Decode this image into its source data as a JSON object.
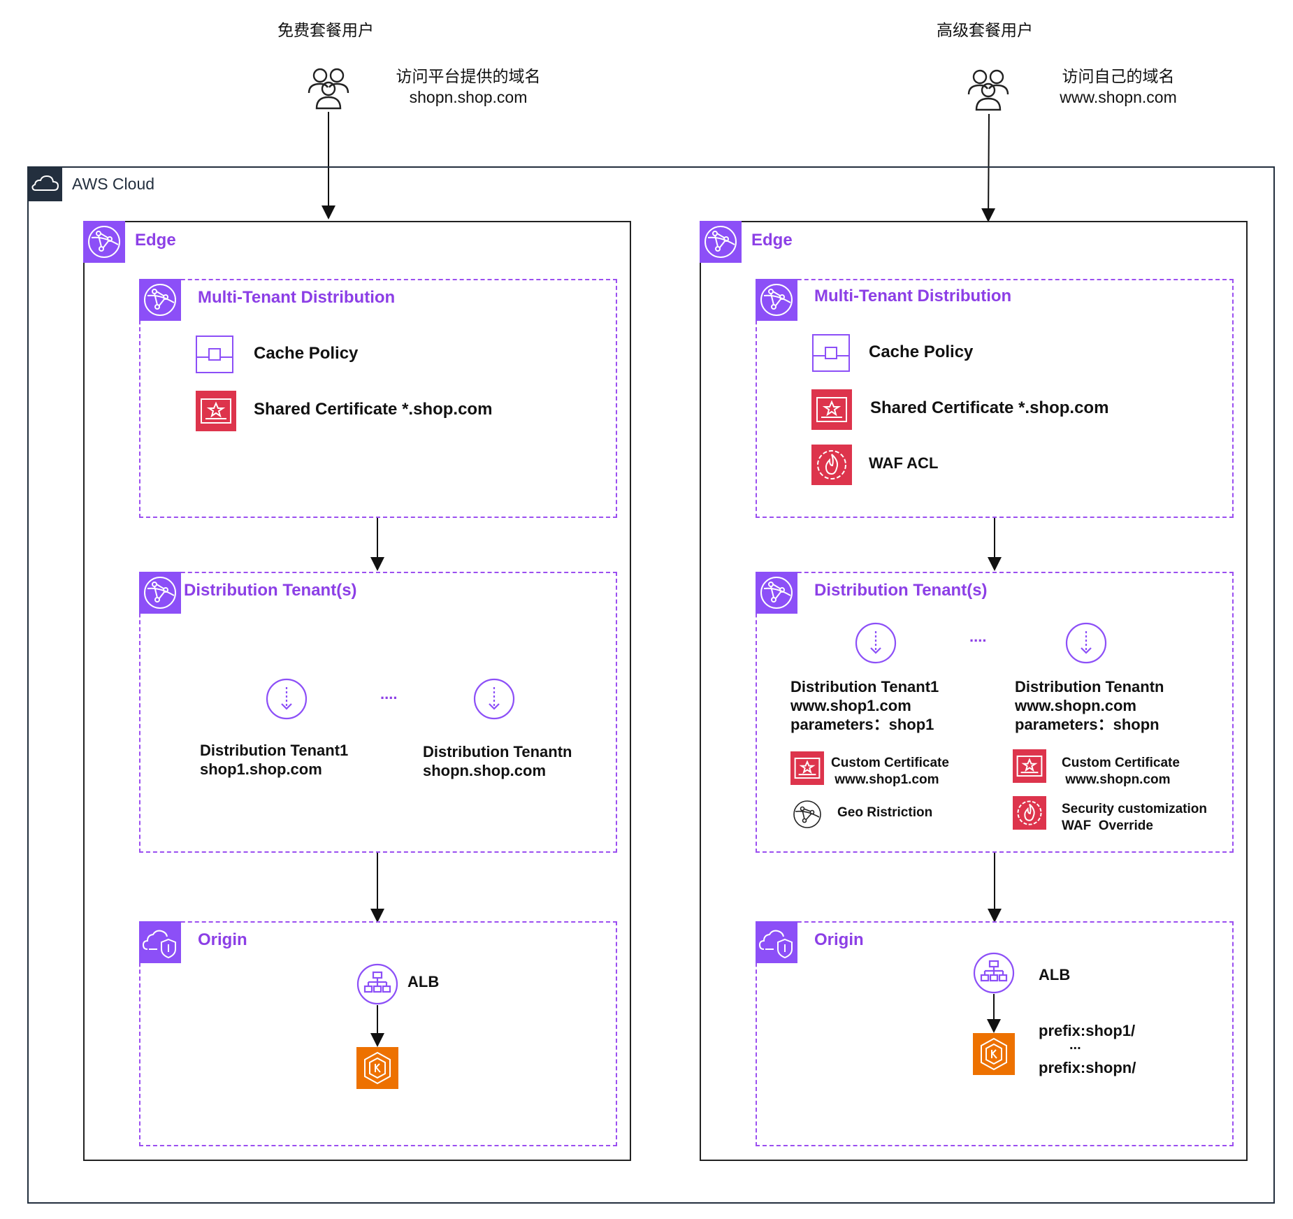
{
  "users": {
    "free": {
      "title": "免费套餐用户",
      "access_line1": "访问平台提供的域名",
      "access_line2": "shopn.shop.com"
    },
    "premium": {
      "title": "高级套餐用户",
      "access_line1": "访问自己的域名",
      "access_line2": "www.shopn.com"
    }
  },
  "cloud": {
    "label": "AWS Cloud"
  },
  "left": {
    "edge_title": "Edge",
    "mtd_title": "Multi-Tenant Distribution",
    "cache_policy": "Cache Policy",
    "shared_cert": "Shared Certificate  *.shop.com",
    "dt_title": "Distribution Tenant(s)",
    "ellipsis": "....",
    "tenant1_name": "Distribution Tenant1",
    "tenant1_domain": "shop1.shop.com",
    "tenantn_name": "Distribution Tenantn",
    "tenantn_domain": "shopn.shop.com",
    "origin_title": "Origin",
    "alb": "ALB"
  },
  "right": {
    "edge_title": "Edge",
    "mtd_title": "Multi-Tenant Distribution",
    "cache_policy": "Cache Policy",
    "shared_cert": "Shared Certificate  *.shop.com",
    "waf_acl": "WAF ACL",
    "dt_title": "Distribution Tenant(s)",
    "ellipsis": "....",
    "tenant1_name": "Distribution Tenant1",
    "tenant1_domain": "www.shop1.com",
    "tenant1_params": "parameters：shop1",
    "tenant1_cert_line1": "Custom Certificate",
    "tenant1_cert_line2": " www.shop1.com",
    "tenant1_geo": "Geo Ristriction",
    "tenantn_name": "Distribution Tenantn",
    "tenantn_domain": "www.shopn.com",
    "tenantn_params": "parameters：shopn",
    "tenantn_cert_line1": "Custom Certificate",
    "tenantn_cert_line2": " www.shopn.com",
    "tenantn_sec_line1": "Security customization",
    "tenantn_sec_line2": "WAF  Override",
    "origin_title": "Origin",
    "alb": "ALB",
    "prefix1": "prefix:shop1/",
    "prefix_dots": "...",
    "prefixn": "prefix:shopn/"
  },
  "colors": {
    "accent_purple": "#8c4ff7",
    "title_purple": "#8c3fe6",
    "cert_red": "#dd344c",
    "eks_orange": "#ed7100"
  }
}
